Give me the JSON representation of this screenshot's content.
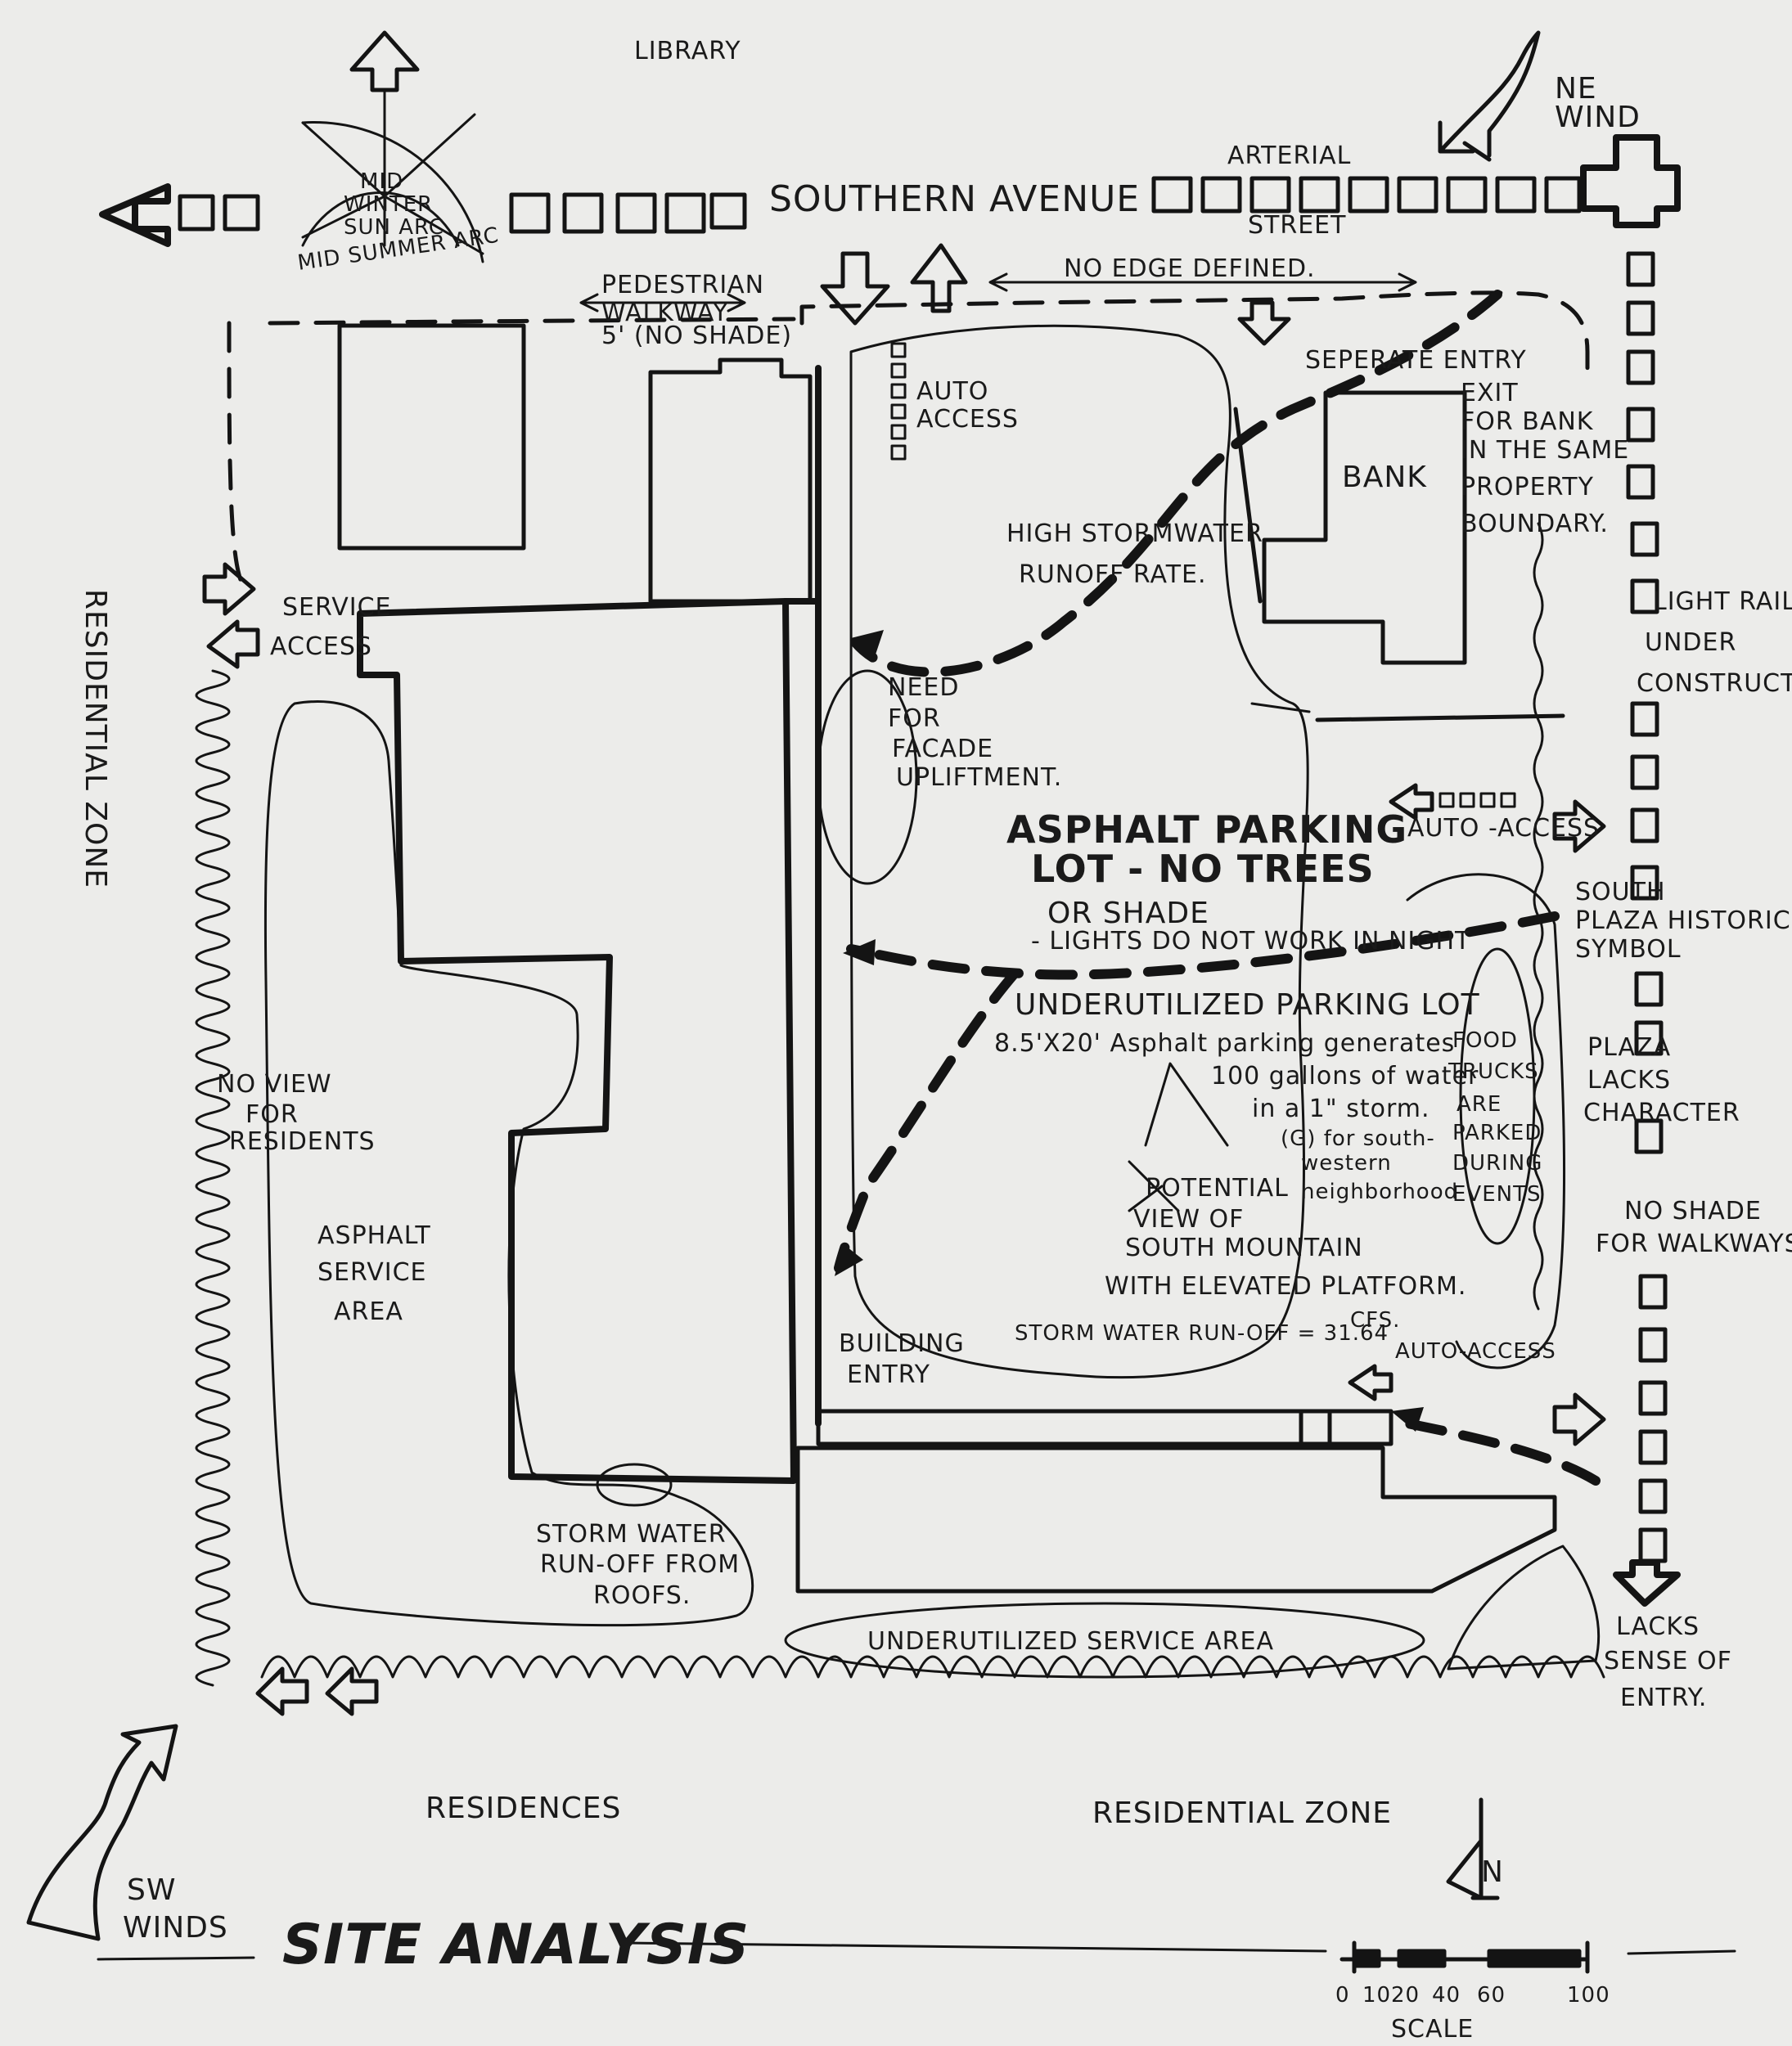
{
  "labels": {
    "library": "LIBRARY",
    "southern_avenue": "SOUTHERN AVENUE",
    "arterial": "ARTERIAL",
    "street": "STREET",
    "ne_wind_1": "NE",
    "ne_wind_2": "WIND",
    "mid_winter_1": "MID",
    "mid_winter_2": "WINTER",
    "mid_winter_3": "SUN ARC",
    "mid_summer": "MID SUMMER ARC",
    "pedestrian": "PEDESTRIAN",
    "walkway": "WALKWAY",
    "no_shade_5": "5' (NO SHADE)",
    "no_edge": "NO EDGE DEFINED.",
    "auto_access_1": "AUTO",
    "auto_access_2": "ACCESS",
    "separate_1": "SEPERATE ENTRY",
    "separate_2": "EXIT",
    "separate_3": "FOR BANK",
    "separate_4": "IN THE SAME",
    "separate_5": "PROPERTY",
    "separate_6": "BOUNDARY.",
    "bank": "BANK",
    "high_storm_1": "HIGH STORMWATER",
    "high_storm_2": "RUNOFF RATE.",
    "light_rail_1": "LIGHT RAIL",
    "light_rail_2": "UNDER",
    "light_rail_3": "CONSTRUCTION",
    "residential_zone_left": "RESIDENTIAL ZONE",
    "service_1": "SERVICE",
    "service_2": "ACCESS",
    "facade_1": "NEED",
    "facade_2": "FOR",
    "facade_3": "FACADE",
    "facade_4": "UPLIFTMENT.",
    "auto_access_right": "AUTO -ACCESS",
    "parking_1": "ASPHALT PARKING",
    "parking_2": "LOT - NO TREES",
    "parking_3": "OR SHADE",
    "parking_4": "- LIGHTS DO NOT WORK IN NIGHT",
    "south_plaza_1": "SOUTH",
    "south_plaza_2": "PLAZA HISTORIC",
    "south_plaza_3": "SYMBOL",
    "underutilized_lot": "UNDERUTILIZED PARKING LOT",
    "runoff_1": "8.5'X20' Asphalt parking generates",
    "runoff_2": "100 gallons of water",
    "runoff_3": "in a 1\" storm.",
    "runoff_4": "(G) for south-",
    "runoff_5": "western",
    "runoff_6": "neighborhood",
    "food_1": "FOOD",
    "food_2": "TRUCKS",
    "food_3": "ARE",
    "food_4": "PARKED",
    "food_5": "DURING",
    "food_6": "EVENTS",
    "plaza_char_1": "PLAZA",
    "plaza_char_2": "LACKS",
    "plaza_char_3": "CHARACTER",
    "no_view_1": "NO VIEW",
    "no_view_2": "FOR",
    "no_view_3": "RESIDENTS",
    "potential_1": "POTENTIAL",
    "potential_2": "VIEW OF",
    "potential_3": "SOUTH MOUNTAIN",
    "potential_4": "WITH ELEVATED PLATFORM.",
    "no_shade_walk_1": "NO SHADE",
    "no_shade_walk_2": "FOR WALKWAYS",
    "asphalt_service_1": "ASPHALT",
    "asphalt_service_2": "SERVICE",
    "asphalt_service_3": "AREA",
    "storm_runoff_cfs": "STORM WATER RUN-OFF = 31.64",
    "cfs": "CFS.",
    "auto_access_bottom": "AUTO-ACCESS",
    "building_entry_1": "BUILDING",
    "building_entry_2": "ENTRY",
    "roof_runoff_1": "STORM WATER",
    "roof_runoff_2": "RUN-OFF FROM",
    "roof_runoff_3": "ROOFS.",
    "underutilized_service": "UNDERUTILIZED SERVICE AREA",
    "lacks_entry_1": "LACKS",
    "lacks_entry_2": "SENSE OF",
    "lacks_entry_3": "ENTRY.",
    "residences": "RESIDENCES",
    "residential_zone_bottom": "RESIDENTIAL ZONE",
    "sw_winds_1": "SW",
    "sw_winds_2": "WINDS",
    "title": "SITE ANALYSIS",
    "scale": "SCALE",
    "north_symbol": "N"
  },
  "scale_ticks": [
    "0",
    "10",
    "20",
    "40",
    "60",
    "100"
  ],
  "colors": {
    "paper": "#ececea",
    "ink": "#141414"
  }
}
